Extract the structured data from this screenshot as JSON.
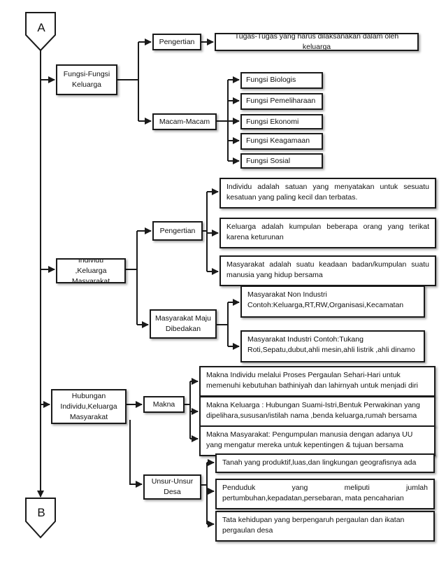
{
  "connectors": {
    "top": "A",
    "bottom": "B"
  },
  "fungsi": {
    "main": "Fungsi-Fungsi Keluarga",
    "pengertian": "Pengertian",
    "definisi": "Tugas-Tugas yang harus dilaksanakan dalam oleh keluarga",
    "macam": "Macam-Macam",
    "items": [
      "Fungsi  Biologis",
      "Fungsi Pemeliharaan",
      "Fungsi Ekonomi",
      "Fungsi Keagamaan",
      "Fungsi Sosial"
    ]
  },
  "individu": {
    "main": "Individu ,Keluarga Masyarakat",
    "pengertian": "Pengertian",
    "defs": [
      "Individu adalah satuan yang menyatakan untuk sesuatu kesatuan yang paling kecil dan terbatas.",
      "Keluarga adalah kumpulan beberapa orang yang terikat karena keturunan",
      "Masyarakat adalah suatu keadaan badan/kumpulan suatu manusia yang hidup bersama"
    ],
    "dibedakan": "Masyarakat Maju Dibedakan",
    "jenis": [
      "Masyarakat Non Industri Contoh:Keluarga,RT,RW,Organisasi,Kecamatan",
      "Masyarakat Industri Contoh:Tukang Roti,Sepatu,dubut,ahli mesin,ahli listrik ,ahli dinamo"
    ]
  },
  "hubungan": {
    "main": "Hubungan Individu,Keluarga Masyarakat",
    "makna": "Makna",
    "makna_items": [
      "Makna Individu melalui Proses Pergaulan Sehari-Hari untuk memenuhi kebutuhan bathiniyah dan lahirnyah untuk menjadi diri",
      "Makna Keluarga : Hubungan Suami-Istri,Bentuk Perwakinan yang dipelihara,sususan/istilah nama ,benda keluarga,rumah bersama",
      "Makna Masyarakat: Pengumpulan manusia dengan adanya UU yang mengatur mereka untuk kepentingen & tujuan bersama"
    ],
    "unsur": "Unsur-Unsur Desa",
    "unsur_items": [
      "Tanah yang produktif,luas,dan lingkungan geografisnya ada",
      "Penduduk yang meliputi jumlah pertumbuhan,kepadatan,persebaran, mata pencaharian",
      "Tata kehidupan yang  berpengaruh pergaulan dan ikatan pergaulan desa"
    ]
  }
}
